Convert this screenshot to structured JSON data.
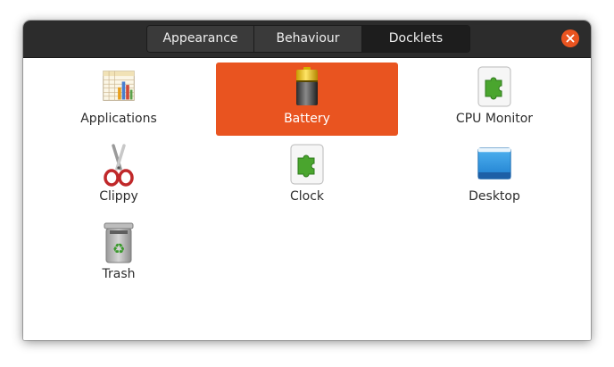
{
  "tabs": [
    {
      "label": "Appearance",
      "active": false
    },
    {
      "label": "Behaviour",
      "active": false
    },
    {
      "label": "Docklets",
      "active": true
    }
  ],
  "colors": {
    "accent": "#e95420",
    "titlebar": "#2c2c2c",
    "active_tab": "#1d1d1d"
  },
  "docklets": [
    {
      "label": "Applications",
      "icon": "applications-icon",
      "selected": false
    },
    {
      "label": "Battery",
      "icon": "battery-icon",
      "selected": true
    },
    {
      "label": "CPU Monitor",
      "icon": "puzzle-icon",
      "selected": false
    },
    {
      "label": "Clippy",
      "icon": "scissors-icon",
      "selected": false
    },
    {
      "label": "Clock",
      "icon": "puzzle-icon",
      "selected": false
    },
    {
      "label": "Desktop",
      "icon": "desktop-icon",
      "selected": false
    },
    {
      "label": "Trash",
      "icon": "trash-icon",
      "selected": false
    }
  ]
}
